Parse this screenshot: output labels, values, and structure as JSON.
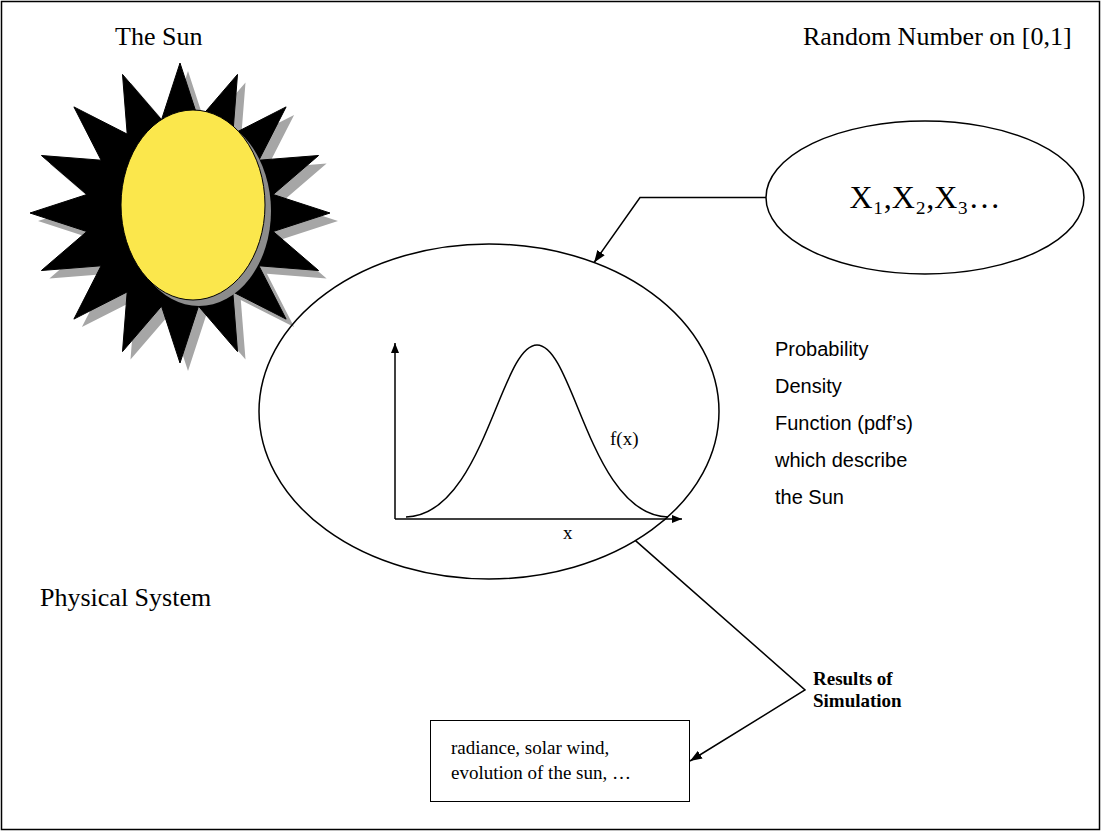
{
  "diagram": {
    "nodes": [
      {
        "text": [
          "X₁,X₂,X₃…"
        ]
      },
      {
        "text": [
          "Probability Density Function (pdf’s) which describe the Sun"
        ]
      },
      {
        "text": [
          "radiance, solar wind, evolution of the sun, …"
        ]
      }
    ],
    "edges": [
      {
        "from": 0,
        "to": 1,
        "arrow": "to"
      },
      {
        "from": 1,
        "to": 2,
        "label": "Results of Simulation",
        "arrow": "to"
      }
    ],
    "labels": [
      "The Sun",
      "Random Number on [0,1]",
      "f(x)",
      "x",
      "Physical System"
    ]
  }
}
